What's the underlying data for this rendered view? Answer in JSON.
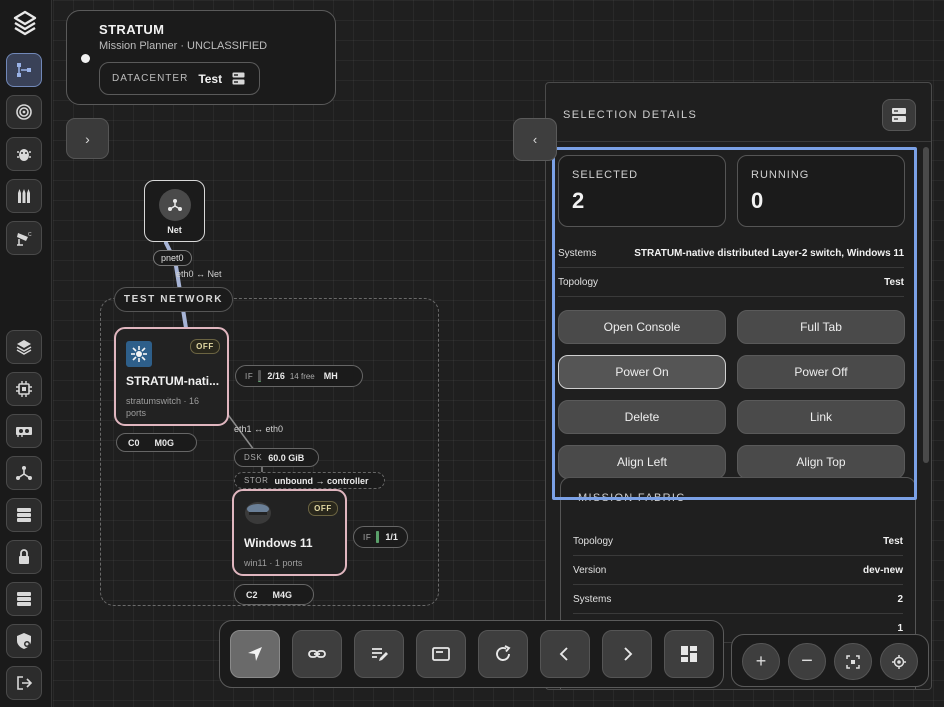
{
  "header": {
    "title": "STRATUM",
    "subtitle": "Mission Planner · UNCLASSIFIED",
    "datacenter_label": "DATACENTER",
    "datacenter_value": "Test"
  },
  "rail": {
    "items": [
      {
        "icon": "topology-icon",
        "active": true
      },
      {
        "icon": "target-icon",
        "active": false
      },
      {
        "icon": "bug-icon",
        "active": false
      },
      {
        "icon": "ammo-icon",
        "active": false
      },
      {
        "icon": "cctv-icon",
        "active": false
      },
      {
        "icon": "layers-icon",
        "active": false
      },
      {
        "icon": "cpu-icon",
        "active": false
      },
      {
        "icon": "gpu-icon",
        "active": false
      },
      {
        "icon": "network-icon",
        "active": false
      },
      {
        "icon": "server-icon",
        "active": false
      },
      {
        "icon": "lock-icon",
        "active": false
      },
      {
        "icon": "server-icon",
        "active": false
      },
      {
        "icon": "shield-icon",
        "active": false
      },
      {
        "icon": "logout-icon",
        "active": false
      }
    ]
  },
  "topology": {
    "net_node_label": "Net",
    "net_port_label": "pnet0",
    "net_link_label": "eth0 ↔ Net",
    "group_title": "TEST NETWORK",
    "switch": {
      "name": "STRATUM-nati...",
      "desc": "stratumswitch · 16 ports",
      "state": "OFF",
      "if_label": "IF",
      "if_value": "2/16",
      "if_free": "14 free",
      "if_mode": "MH",
      "if_fill": 0.12,
      "res_cpu": "C0",
      "res_mem": "M0G"
    },
    "link_label": "eth1 ↔ eth0",
    "disk_label": "DSK",
    "disk_value": "60.0 GiB",
    "stor_label": "STOR",
    "stor_value": "unbound → controller",
    "windows": {
      "name": "Windows 11",
      "desc": "win11 · 1 ports",
      "state": "OFF",
      "if_label": "IF",
      "if_value": "1/1",
      "if_fill": 1.0,
      "res_cpu": "C2",
      "res_mem": "M4G"
    }
  },
  "panel": {
    "title": "SELECTION DETAILS",
    "stats": [
      {
        "label": "SELECTED",
        "value": "2"
      },
      {
        "label": "RUNNING",
        "value": "0"
      }
    ],
    "rows": [
      {
        "key": "Systems",
        "value": "STRATUM-native distributed Layer-2 switch, Windows 11"
      },
      {
        "key": "Topology",
        "value": "Test"
      }
    ],
    "actions": [
      "Open Console",
      "Full Tab",
      "Power On",
      "Power Off",
      "Delete",
      "Link",
      "Align Left",
      "Align Top"
    ],
    "primary_action": "Power On",
    "fabric": {
      "title": "MISSION FABRIC",
      "rows": [
        {
          "key": "Topology",
          "value": "Test"
        },
        {
          "key": "Version",
          "value": "dev-new"
        },
        {
          "key": "Systems",
          "value": "2"
        },
        {
          "key": "",
          "value": "1"
        }
      ]
    }
  },
  "toolbar": {
    "tools": [
      "select-tool",
      "link-tool",
      "annotate-tool",
      "window-tool",
      "refresh-tool",
      "previous-tool",
      "next-tool",
      "layout-tool"
    ],
    "zoom": [
      "zoom-in",
      "zoom-out",
      "fit-view",
      "center-view"
    ]
  },
  "colors": {
    "accent_highlight": "#7ba1e6",
    "node_border": "#e0b6bf",
    "off_badge_text": "#e3d9a3",
    "wire": "#a7b4d6"
  }
}
